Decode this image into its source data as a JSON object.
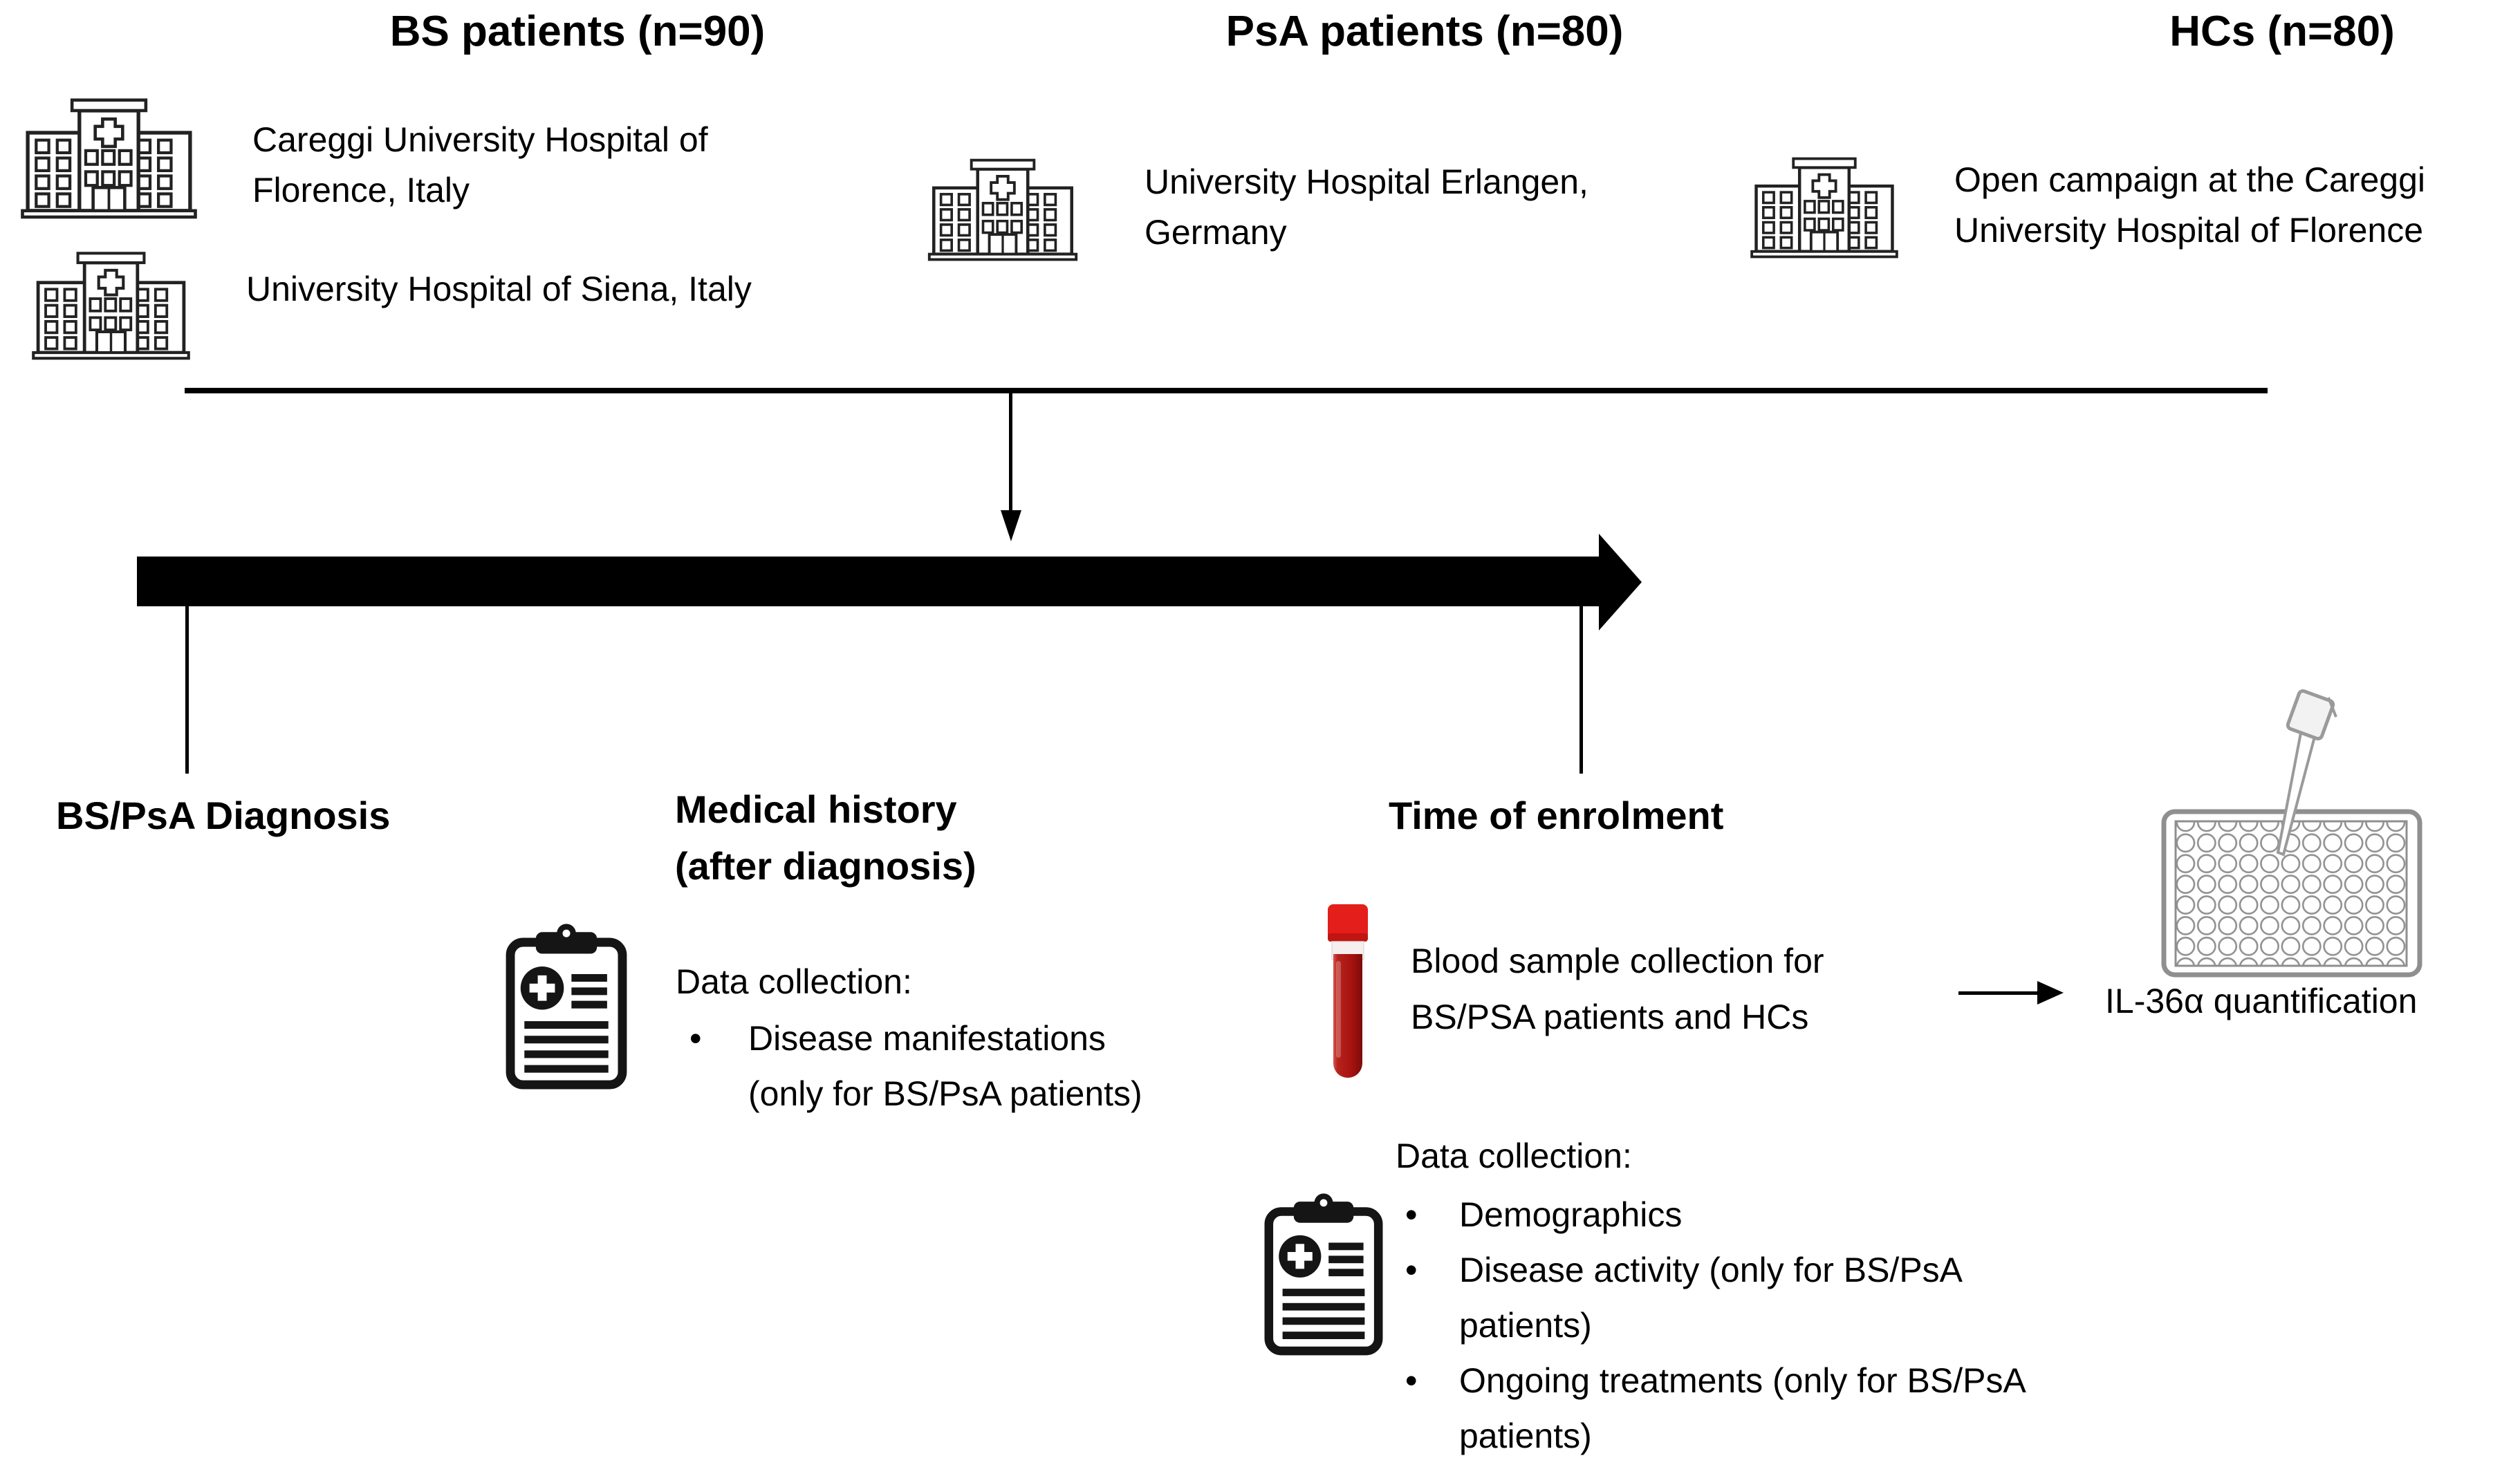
{
  "groups": [
    {
      "title": "BS patients (n=90)",
      "sites": [
        {
          "lines": [
            "Careggi University Hospital of",
            "Florence, Italy"
          ]
        },
        {
          "lines": [
            "University Hospital of Siena, Italy",
            ""
          ]
        }
      ]
    },
    {
      "title": "PsA patients (n=80)",
      "sites": [
        {
          "lines": [
            "University Hospital Erlangen,",
            "Germany"
          ]
        }
      ]
    },
    {
      "title": "HCs (n=80)",
      "sites": [
        {
          "lines": [
            "Open campaign at the Careggi",
            "University Hospital of Florence"
          ]
        }
      ]
    }
  ],
  "timeline": {
    "diagnosis_label": "BS/PsA Diagnosis",
    "medical_history_label": {
      "lines": [
        "Medical history",
        "(after diagnosis)"
      ]
    },
    "enrolment_label": "Time of enrolment"
  },
  "medical_history_panel": {
    "data_collection_label": "Data collection:",
    "bullets": [
      {
        "lines": [
          "Disease manifestations",
          "(only for BS/PsA patients)"
        ]
      }
    ]
  },
  "enrolment_panel": {
    "blood_sample": {
      "lines": [
        "Blood sample collection for",
        "BS/PSA patients and HCs"
      ]
    },
    "quantification_label": "IL-36α quantification",
    "data_collection_label": "Data collection:",
    "bullets": [
      {
        "lines": [
          "Demographics",
          ""
        ]
      },
      {
        "lines": [
          "Disease activity (only for BS/PsA",
          "patients)"
        ]
      },
      {
        "lines": [
          "Ongoing treatments  (only for BS/PsA",
          "patients)"
        ]
      }
    ]
  },
  "bullet_char": "•",
  "icons": {
    "hospital": "hospital-building-icon",
    "clipboard": "medical-clipboard-icon",
    "blood_tube": "blood-sample-tube-icon",
    "microplate": "96-well-microplate-icon",
    "pipette": "pipette-icon",
    "timeline_arrow": "thick-right-arrow",
    "down_arrow": "thin-down-arrow",
    "right_arrow": "thin-right-arrow"
  },
  "colors": {
    "text": "#000000",
    "line": "#000000",
    "icon_outline": "#222222",
    "clipboard_ink": "#151515",
    "tube_cap": "#e41e1a",
    "tube_body_dark": "#8e0f0b",
    "tube_body_mid": "#b5211b",
    "plate_outline": "#8f8f8f"
  }
}
